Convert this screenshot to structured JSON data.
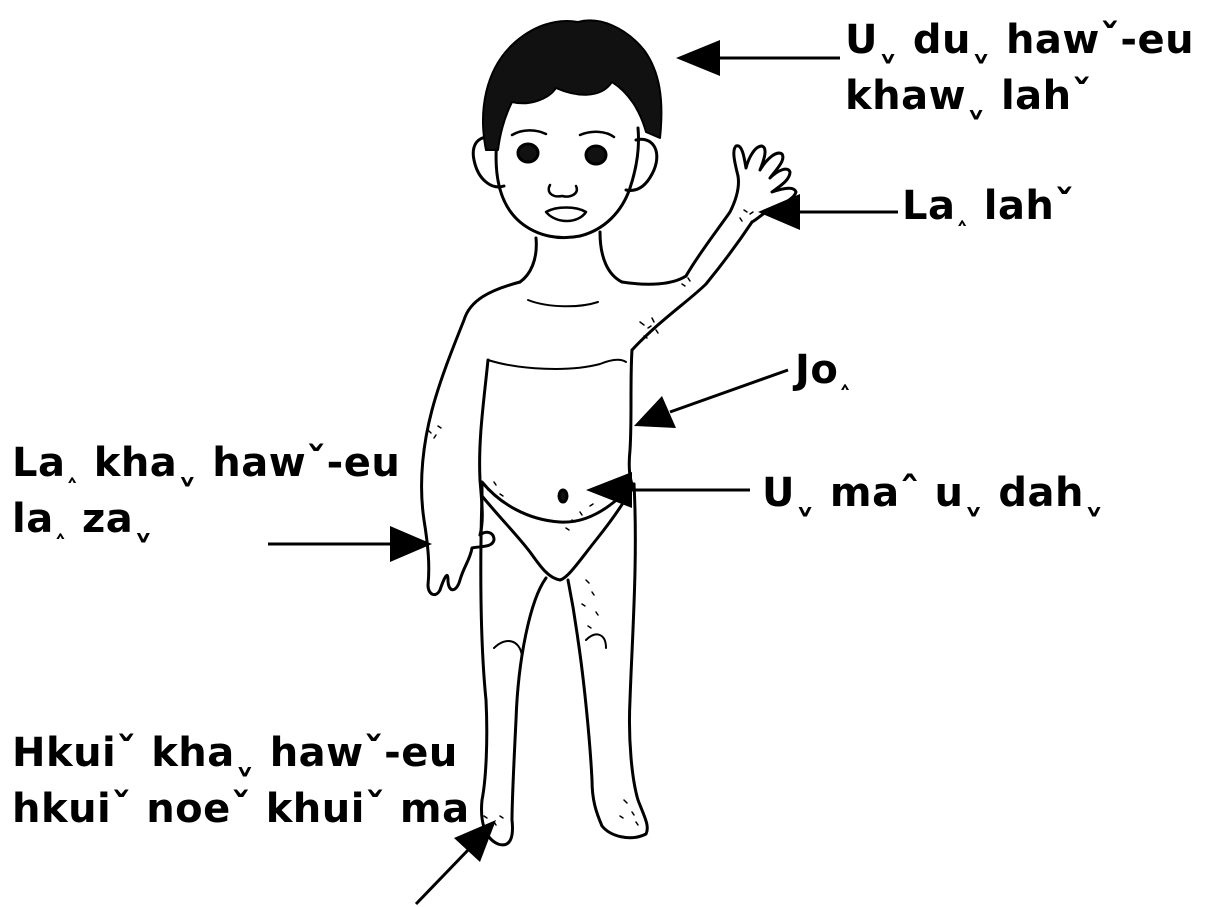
{
  "labels": {
    "hair": [
      "Uˬ duˬ hawˇ-eu",
      "khawˬ lahˇ"
    ],
    "hand": [
      "La˰ lahˇ"
    ],
    "side": [
      "Jo˰"
    ],
    "belly": [
      "Uˬ maˆ uˬ dahˬ"
    ],
    "arm": [
      "La˰ khaˬ hawˇ-eu",
      "la˰ zaˬ"
    ],
    "feet": [
      "Hkuiˇ khaˬ hawˇ-eu",
      "hkuiˇ noeˇ khuiˇ ma"
    ]
  }
}
